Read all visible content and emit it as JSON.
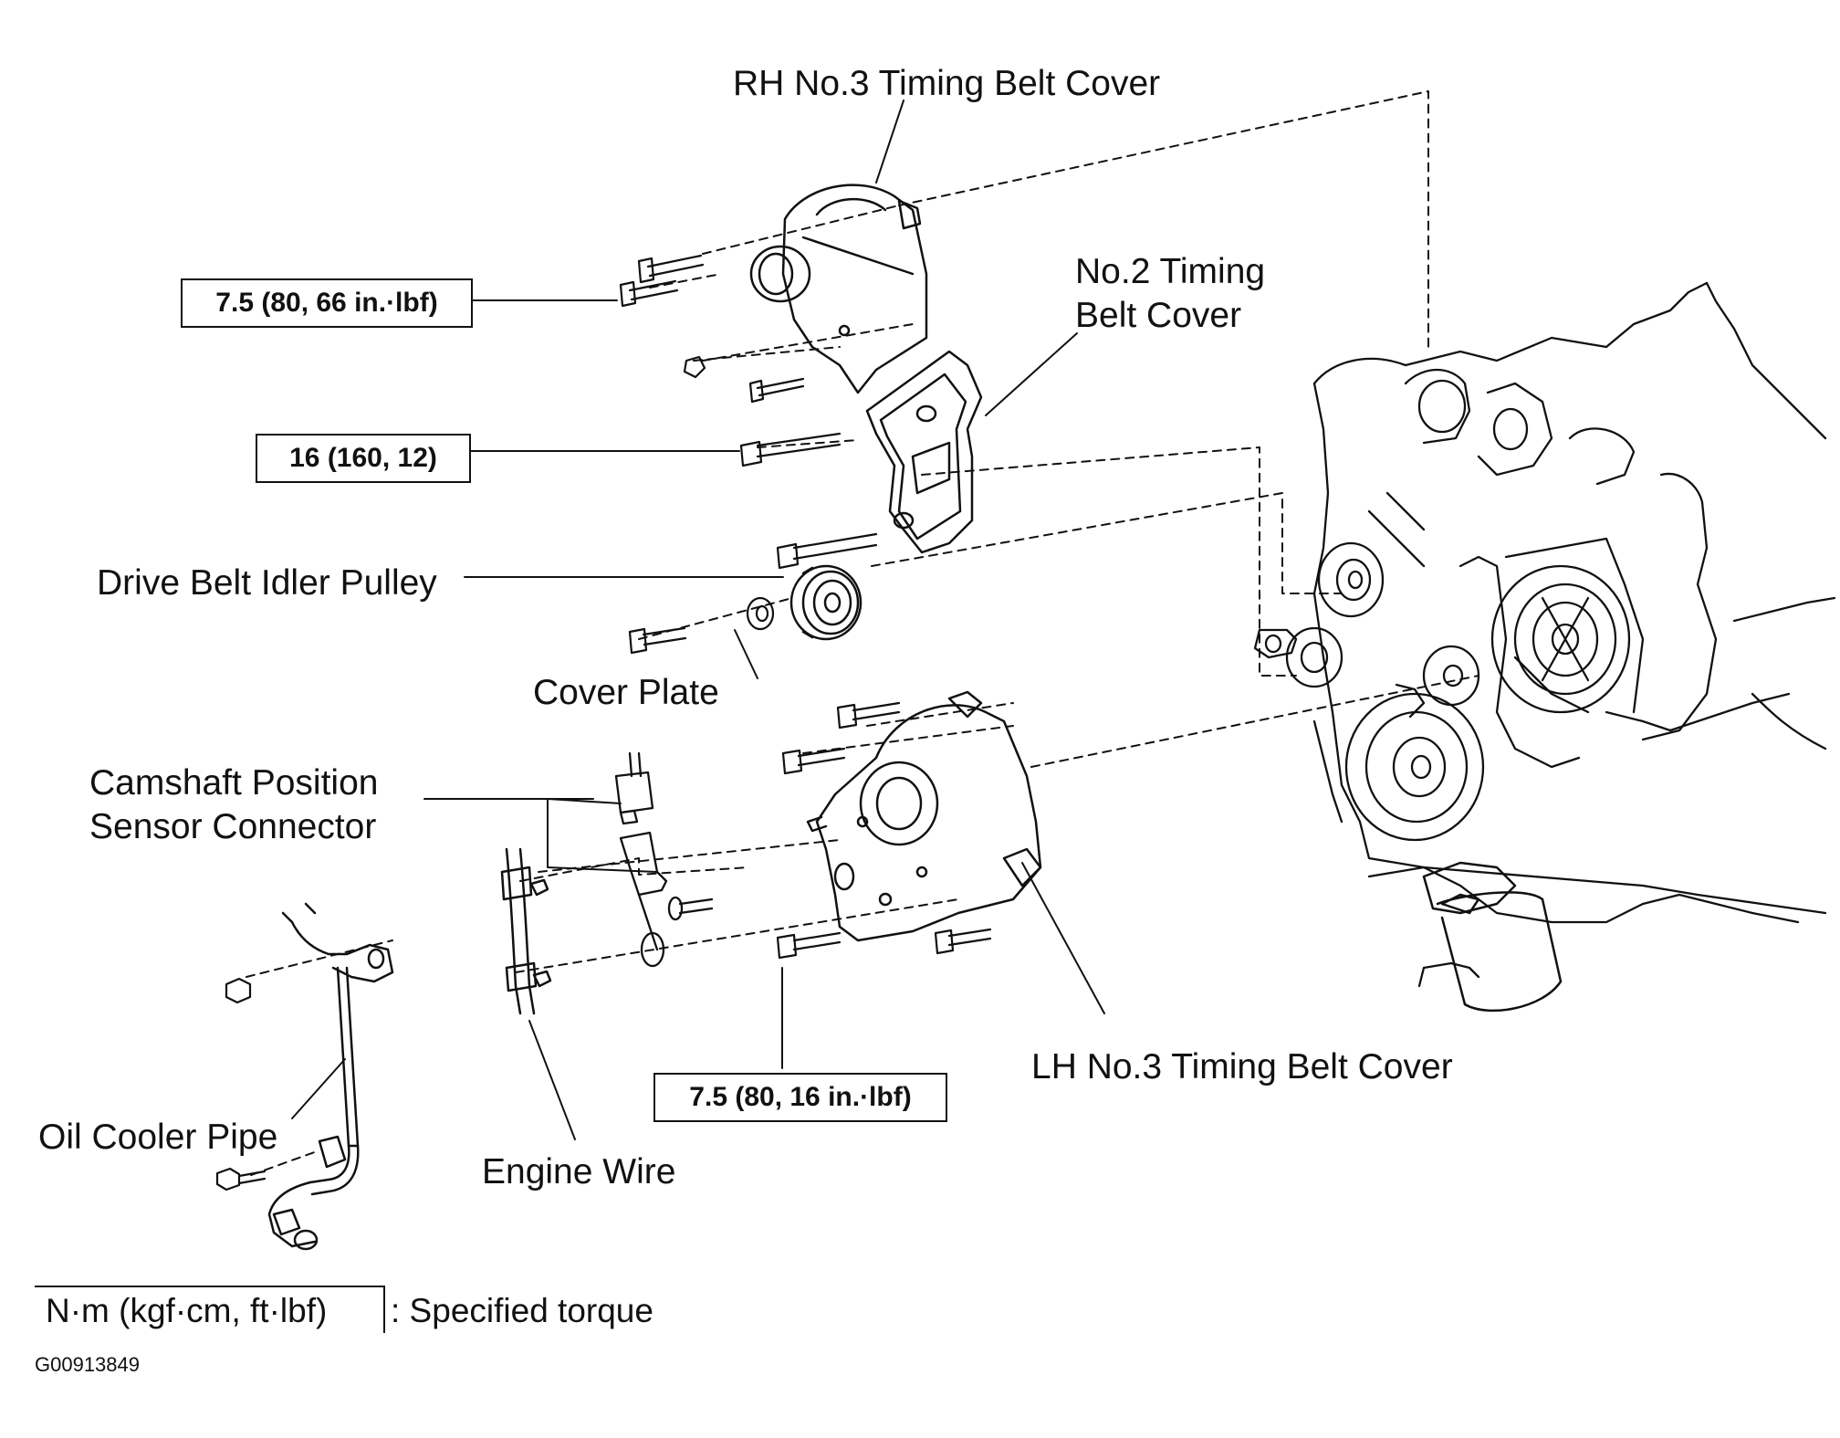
{
  "labels": {
    "rh_no3_cover": "RH No.3 Timing Belt Cover",
    "no2_cover_line1": "No.2 Timing",
    "no2_cover_line2": "Belt Cover",
    "idler_pulley": "Drive Belt Idler Pulley",
    "cover_plate": "Cover Plate",
    "cam_sensor_line1": "Camshaft Position",
    "cam_sensor_line2": "Sensor Connector",
    "oil_cooler_pipe": "Oil Cooler Pipe",
    "engine_wire": "Engine Wire",
    "lh_no3_cover": "LH No.3 Timing Belt Cover"
  },
  "torque_specs": {
    "rh_cover_bolts": "7.5 (80, 66 in.·lbf)",
    "no2_cover_bolts": "16 (160, 12)",
    "lh_cover_bolts": "7.5 (80, 16 in.·lbf)"
  },
  "legend": {
    "units": "N·m (kgf·cm, ft·lbf)",
    "meaning": ": Specified torque"
  },
  "figure_id": "G00913849"
}
